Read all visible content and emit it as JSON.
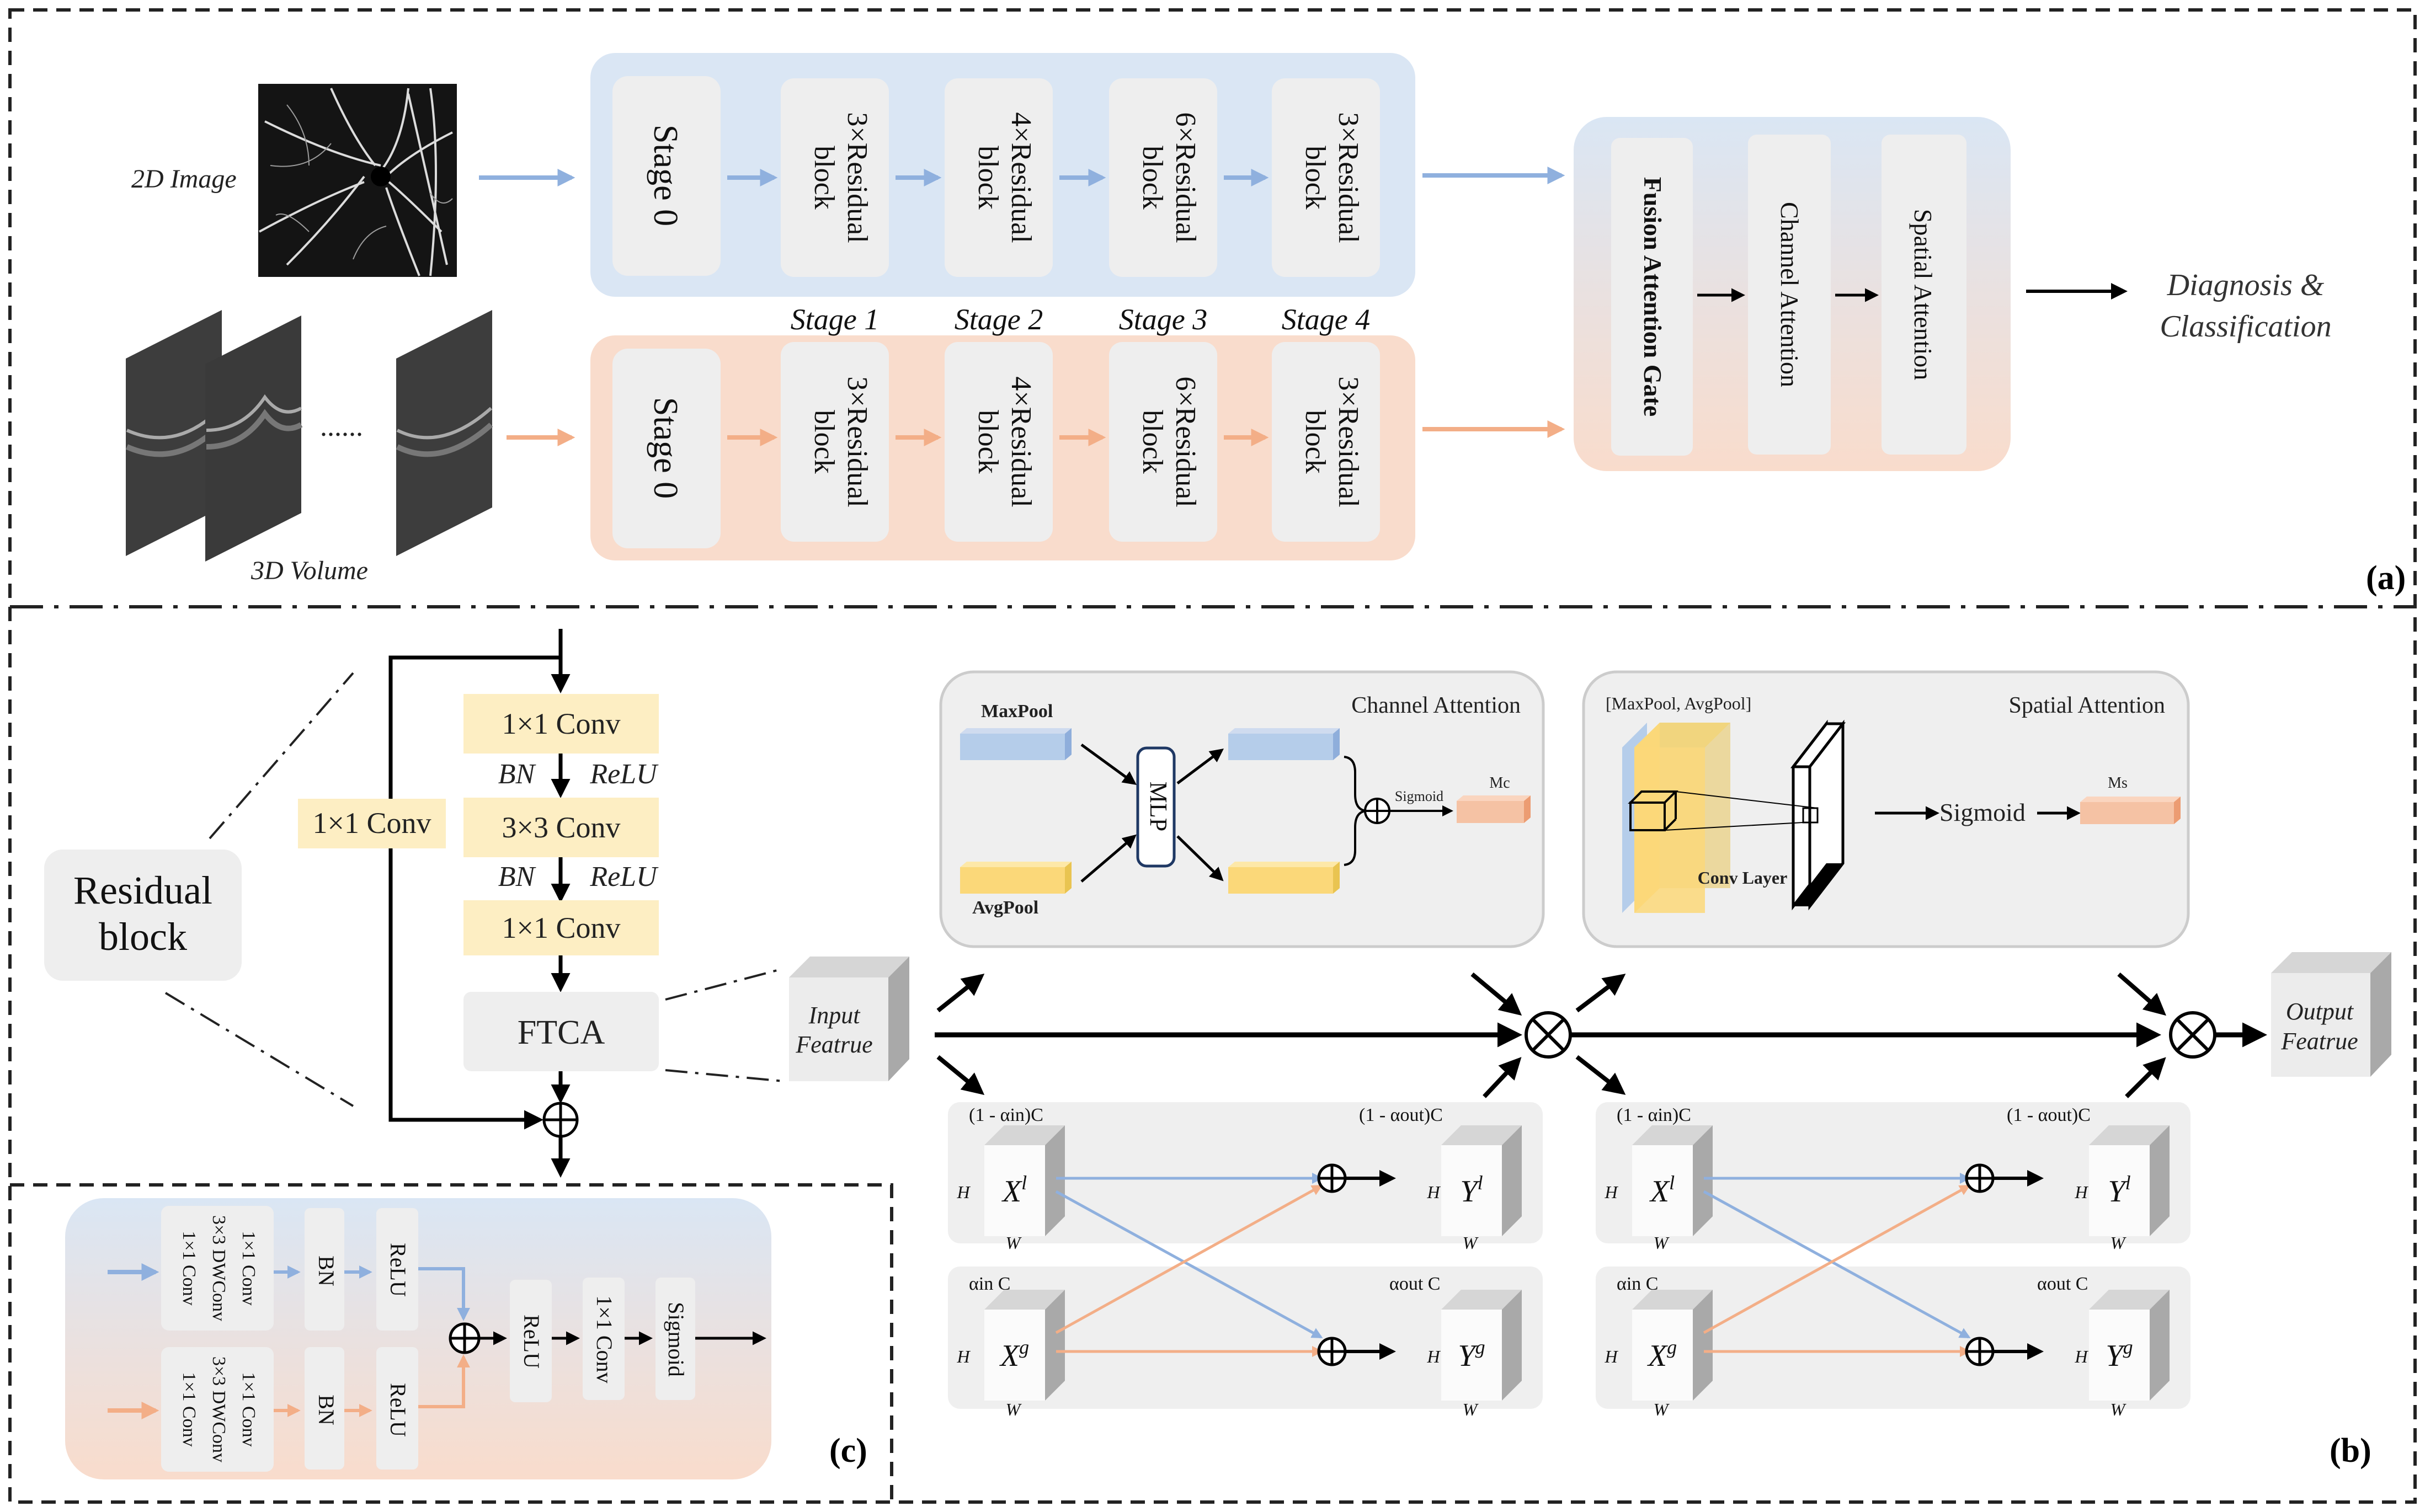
{
  "panel_labels": {
    "a": "(a)",
    "b": "(b)",
    "c": "(c)"
  },
  "colors": {
    "blue_fill": "#dae6f4",
    "orange_fill": "#f9dccc",
    "blue_arrow": "#8fb0de",
    "orange_arrow": "#f3ae87",
    "yellow_box": "#fdeec3",
    "gray_box": "#eeeeee",
    "panel_gray": "#efefef",
    "yellow_slab": "#fbd879",
    "blue_slab": "#b5cdea",
    "orange_slab": "#f5c2a4"
  },
  "panel_a": {
    "image_2d_label": "2D Image",
    "volume_3d_label": "3D Volume",
    "ellipsis": "......",
    "stage0_label": "Stage 0",
    "blocks": [
      "3×Residual block",
      "4×Residual block",
      "6×Residual block",
      "3×Residual block"
    ],
    "stage_names": [
      "Stage 1",
      "Stage 2",
      "Stage 3",
      "Stage 4"
    ],
    "fusion": {
      "gate": "Fusion Attention Gate",
      "channel": "Channel Attention",
      "spatial": "Spatial Attention"
    },
    "output": [
      "Diagnosis &",
      "Classification"
    ]
  },
  "panel_b": {
    "residual_block": [
      "Residual",
      "block"
    ],
    "conv1": "1×1 Conv",
    "conv2": "3×3 Conv",
    "conv3": "1×1 Conv",
    "shortcut_conv": "1×1 Conv",
    "bn": "BN",
    "relu": "ReLU",
    "ftca": "FTCA",
    "input_feature": [
      "Input",
      "Featrue"
    ],
    "output_feature": [
      "Output",
      "Featrue"
    ],
    "channel_attention": {
      "title": "Channel Attention",
      "maxpool": "MaxPool",
      "avgpool": "AvgPool",
      "mlp": "MLP",
      "sigmoid": "Sigmoid",
      "mc": "Mc"
    },
    "spatial_attention": {
      "title": "Spatial Attention",
      "pool_label": "[MaxPool, AvgPool]",
      "conv_layer": "Conv Layer",
      "sigmoid": "Sigmoid",
      "ms": "Ms"
    },
    "fft": {
      "top_left": "(1 - αin)C",
      "top_right": "(1 - αout)C",
      "bottom_left": "αin C",
      "bottom_right": "αout C",
      "h": "H",
      "w": "W",
      "xl": "Xl",
      "yl": "Yl",
      "xg": "Xg",
      "yg": "Yg"
    }
  },
  "panel_c": {
    "conv_stack": [
      "1×1 Conv",
      "3×3 DWConv",
      "1×1 Conv"
    ],
    "bn": "BN",
    "relu": "ReLU",
    "relu2": "ReLU",
    "conv": "1×1 Conv",
    "sigmoid": "Sigmoid"
  }
}
